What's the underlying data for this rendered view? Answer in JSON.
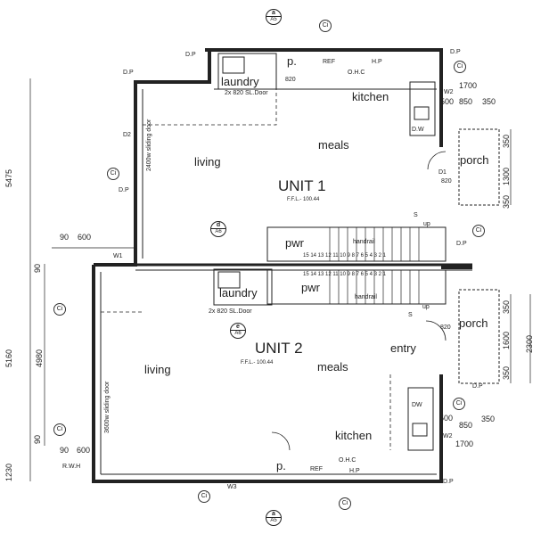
{
  "units": [
    {
      "title": "UNIT 1",
      "ffl": "F.F.L.- 100.44",
      "rooms": {
        "living": "living",
        "meals": "meals",
        "kitchen": "kitchen",
        "laundry": "laundry",
        "pwr": "pwr",
        "porch": "porch"
      },
      "notes": {
        "laundry_door": "2x 820 SL.Door",
        "sliding_door": "2400w sliding door",
        "handrail": "handrail",
        "stair_up": "up",
        "entry_door": "820",
        "porch_door": "820",
        "dw": "D.W",
        "hp": "H.P",
        "ohc": "O.H.C",
        "ref": "REF",
        "p": "p."
      }
    },
    {
      "title": "UNIT 2",
      "ffl": "F.F.L.- 100.44",
      "rooms": {
        "living": "living",
        "meals": "meals",
        "entry": "entry",
        "kitchen": "kitchen",
        "laundry": "laundry",
        "pwr": "pwr",
        "porch": "porch"
      },
      "notes": {
        "laundry_door": "2x 820 SL.Door",
        "sliding_door": "3600w sliding door",
        "handrail": "handrail",
        "stair_up": "up",
        "entry_door": "820",
        "dw": "DW",
        "hp": "H.P",
        "ohc": "O.H.C",
        "ref": "REF",
        "p": "p."
      }
    }
  ],
  "section_markers": {
    "top": {
      "letter": "a",
      "sheet": "A5"
    },
    "bottom": {
      "letter": "a",
      "sheet": "A5"
    },
    "mid1": {
      "letter": "d",
      "sheet": "A6"
    },
    "mid2": {
      "letter": "e",
      "sheet": "A6"
    }
  },
  "dims_left": {
    "d5475": "5475",
    "d90a": "90",
    "d600a": "600",
    "d90b": "90",
    "d4980": "4980",
    "d5160": "5160",
    "d90c": "90",
    "d600b": "600",
    "d1230": "1230"
  },
  "dims_right": {
    "d1700a": "1700",
    "d500a": "500",
    "d850a": "850",
    "d350a": "350",
    "d350b": "350",
    "d1300": "1300",
    "d350c": "350",
    "d350d": "350",
    "d1600": "1600",
    "d2300": "2300",
    "d350e": "350",
    "d500b": "500",
    "d850b": "850",
    "d350f": "350",
    "d1700b": "1700"
  },
  "tags": {
    "dp": "D.P",
    "ci": "Ci",
    "rwh": "R.W.H",
    "w1": "W1",
    "w2": "W2",
    "w3": "W3",
    "d1": "D1",
    "d2": "D2",
    "s": "S",
    "stair_nums": "15 14 13 12 11 10 9 8 7 6 5 4 3 2 1"
  }
}
